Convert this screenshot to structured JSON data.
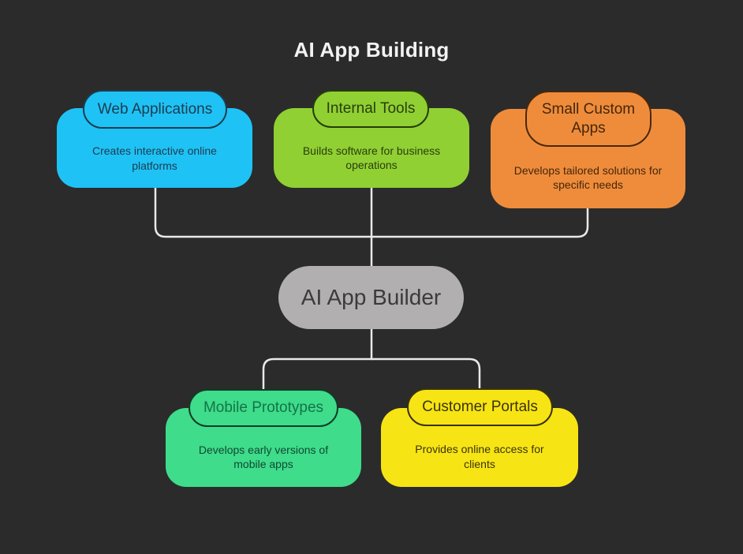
{
  "title": "AI App Building",
  "colors": {
    "background": "#2b2b2b",
    "connector": "#e9e9e9",
    "title_text": "#f2f2f2"
  },
  "root": {
    "label": "AI App Builder",
    "fill": "#b1afaf",
    "text": "#3b3b3b"
  },
  "nodes": [
    {
      "id": "web-applications",
      "label": "Web Applications",
      "description": "Creates interactive online platforms",
      "fill": "#1fc2f5",
      "border": "#1c3c50",
      "label_color": "#1c3c50",
      "desc_color": "#1c3c50"
    },
    {
      "id": "internal-tools",
      "label": "Internal Tools",
      "description": "Builds software for business operations",
      "fill": "#90d033",
      "border": "#263c0c",
      "label_color": "#2a3e0e",
      "desc_color": "#2a3e0e"
    },
    {
      "id": "small-custom-apps",
      "label": "Small Custom Apps",
      "description": "Develops tailored solutions for specific needs",
      "fill": "#ef8c3b",
      "border": "#48280c",
      "label_color": "#44260b",
      "desc_color": "#44260b"
    },
    {
      "id": "mobile-prototypes",
      "label": "Mobile Prototypes",
      "description": "Develops early versions of mobile apps",
      "fill": "#3edc8b",
      "border": "#113a24",
      "label_color": "#157347",
      "desc_color": "#114931"
    },
    {
      "id": "customer-portals",
      "label": "Customer Portals",
      "description": "Provides online access for clients",
      "fill": "#f7e414",
      "border": "#38320a",
      "label_color": "#3a340b",
      "desc_color": "#3a340b"
    }
  ],
  "edges": [
    {
      "from": "AI App Builder",
      "to": "Web Applications"
    },
    {
      "from": "AI App Builder",
      "to": "Internal Tools"
    },
    {
      "from": "AI App Builder",
      "to": "Small Custom Apps"
    },
    {
      "from": "AI App Builder",
      "to": "Mobile Prototypes"
    },
    {
      "from": "AI App Builder",
      "to": "Customer Portals"
    }
  ]
}
